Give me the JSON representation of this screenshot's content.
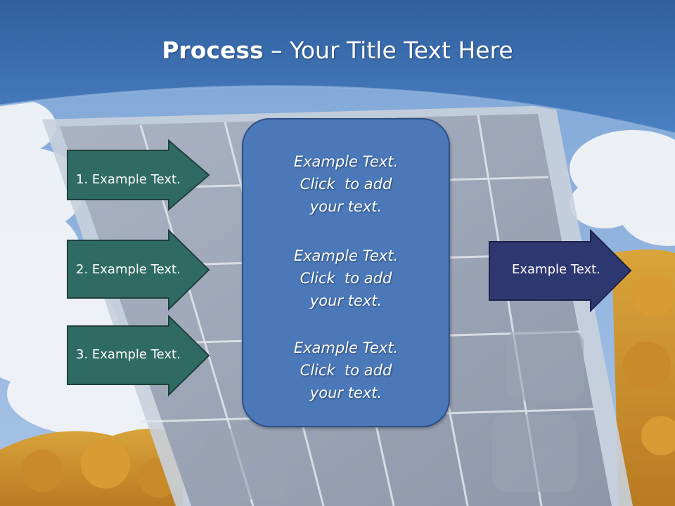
{
  "slide": {
    "title_bold": "Process",
    "title_rest": " – Your Title Text Here"
  },
  "left_arrows": [
    {
      "label": "1. Example Text."
    },
    {
      "label": "2. Example Text."
    },
    {
      "label": "3. Example Text."
    }
  ],
  "center_box": {
    "blocks": [
      {
        "line1": "Example Text.",
        "line2": "Click  to add",
        "line3": "your text."
      },
      {
        "line1": "Example Text.",
        "line2": "Click  to add",
        "line3": "your text."
      },
      {
        "line1": "Example Text.",
        "line2": "Click  to add",
        "line3": "your text."
      }
    ]
  },
  "right_arrow": {
    "label": "Example Text."
  },
  "colors": {
    "sky_blue": "#3e6fb1",
    "left_arrow_fill": "#2f6b63",
    "center_box_fill": "#4a78b8",
    "right_arrow_fill": "#2e3870"
  }
}
